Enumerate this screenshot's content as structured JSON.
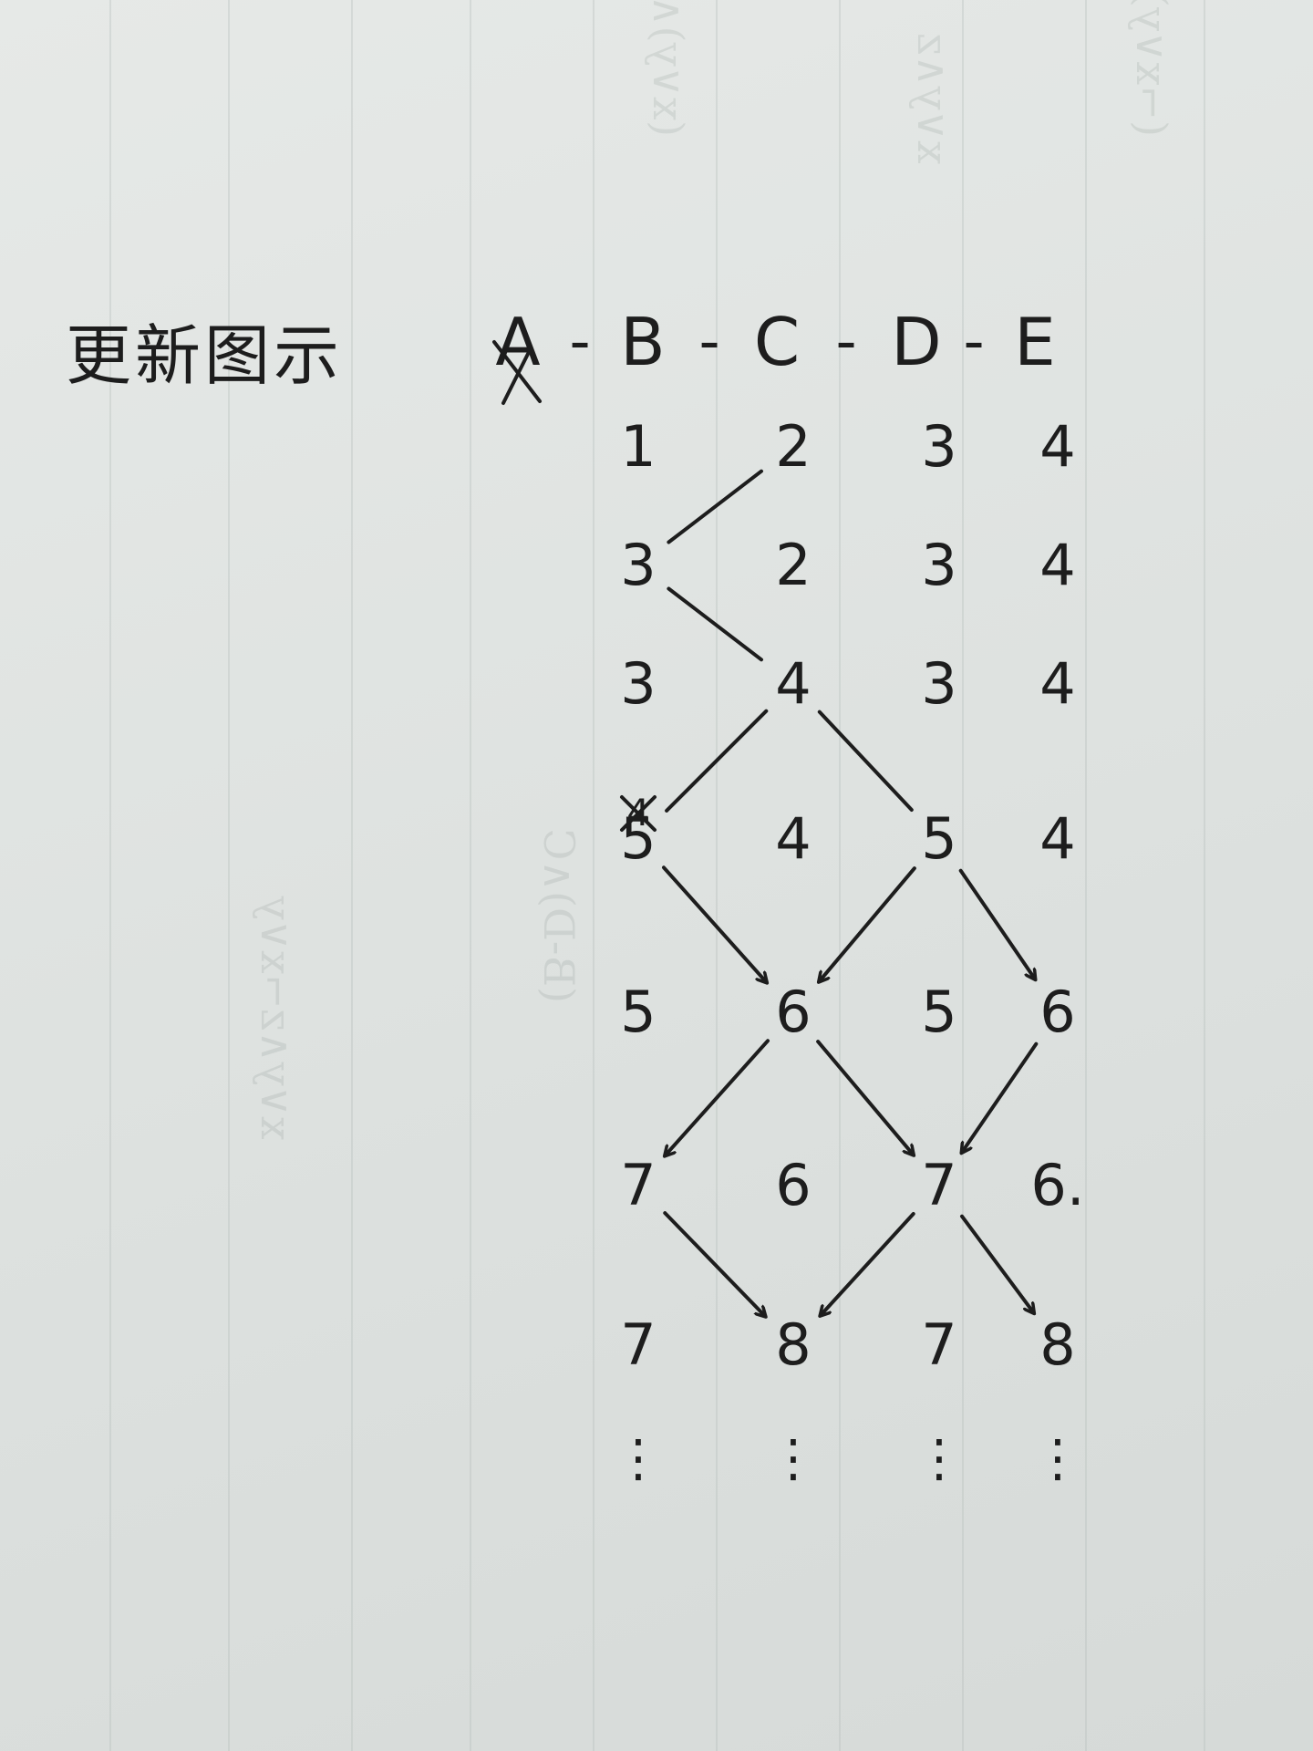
{
  "title": "更新图示",
  "path": {
    "labels": [
      "A",
      "B",
      "C",
      "D",
      "E"
    ],
    "separator": "-",
    "crossed": "A"
  },
  "rows": [
    [
      "1",
      "2",
      "3",
      "4"
    ],
    [
      "3",
      "2",
      "3",
      "4"
    ],
    [
      "3",
      "4",
      "3",
      "4"
    ],
    [
      "5",
      "4",
      "5",
      "4"
    ],
    [
      "5",
      "6",
      "5",
      "6"
    ],
    [
      "7",
      "6",
      "7",
      "6."
    ],
    [
      "7",
      "8",
      "7",
      "8"
    ]
  ],
  "crossed_out_value": "4",
  "continuation": [
    "⋮",
    "⋮",
    "⋮",
    "⋮"
  ],
  "connections": [
    {
      "from": [
        1,
        0
      ],
      "to": [
        0,
        1
      ],
      "arrow": false
    },
    {
      "from": [
        1,
        0
      ],
      "to": [
        2,
        1
      ],
      "arrow": false
    },
    {
      "from": [
        2,
        1
      ],
      "to": [
        3,
        0
      ],
      "arrow": false
    },
    {
      "from": [
        2,
        1
      ],
      "to": [
        3,
        2
      ],
      "arrow": false
    },
    {
      "from": [
        3,
        0
      ],
      "to": [
        4,
        1
      ],
      "arrow": true
    },
    {
      "from": [
        3,
        2
      ],
      "to": [
        4,
        1
      ],
      "arrow": true
    },
    {
      "from": [
        3,
        2
      ],
      "to": [
        4,
        3
      ],
      "arrow": true
    },
    {
      "from": [
        4,
        1
      ],
      "to": [
        5,
        0
      ],
      "arrow": true
    },
    {
      "from": [
        4,
        1
      ],
      "to": [
        5,
        2
      ],
      "arrow": true
    },
    {
      "from": [
        4,
        3
      ],
      "to": [
        5,
        2
      ],
      "arrow": true
    },
    {
      "from": [
        5,
        0
      ],
      "to": [
        6,
        1
      ],
      "arrow": true
    },
    {
      "from": [
        5,
        2
      ],
      "to": [
        6,
        1
      ],
      "arrow": true
    },
    {
      "from": [
        5,
        2
      ],
      "to": [
        6,
        3
      ],
      "arrow": true
    }
  ],
  "colors": {
    "ink": "#1d1d1d",
    "paper": "#e2e5e3"
  }
}
